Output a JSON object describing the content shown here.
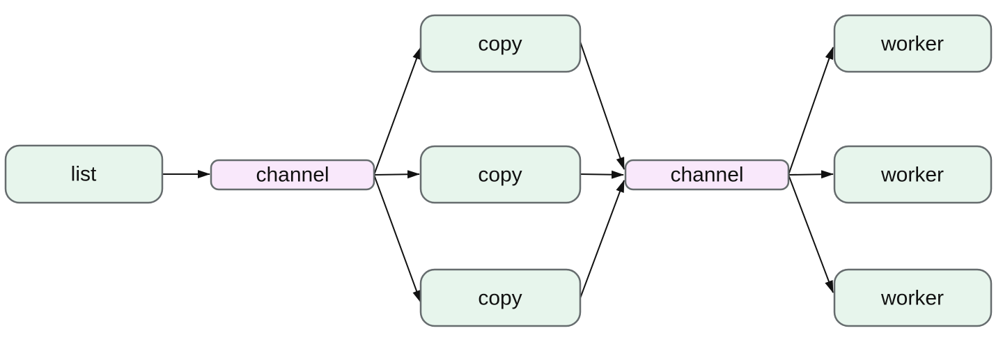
{
  "diagram": {
    "title": "pipeline-fanout-fanin-diagram",
    "background": "#ffffff",
    "colors": {
      "process_fill": "#e7f5ec",
      "channel_fill": "#f9e8fb",
      "node_border": "#666c6e",
      "edge_color": "#111111",
      "text_color": "#111111"
    },
    "nodes": [
      {
        "id": "list",
        "label": "list",
        "kind": "process"
      },
      {
        "id": "channel-1",
        "label": "channel",
        "kind": "channel"
      },
      {
        "id": "copy-1",
        "label": "copy",
        "kind": "process"
      },
      {
        "id": "copy-2",
        "label": "copy",
        "kind": "process"
      },
      {
        "id": "copy-3",
        "label": "copy",
        "kind": "process"
      },
      {
        "id": "channel-2",
        "label": "channel",
        "kind": "channel"
      },
      {
        "id": "worker-1",
        "label": "worker",
        "kind": "process"
      },
      {
        "id": "worker-2",
        "label": "worker",
        "kind": "process"
      },
      {
        "id": "worker-3",
        "label": "worker",
        "kind": "process"
      }
    ],
    "edges": [
      {
        "from": "list",
        "to": "channel-1"
      },
      {
        "from": "channel-1",
        "to": "copy-1"
      },
      {
        "from": "channel-1",
        "to": "copy-2"
      },
      {
        "from": "channel-1",
        "to": "copy-3"
      },
      {
        "from": "copy-1",
        "to": "channel-2"
      },
      {
        "from": "copy-2",
        "to": "channel-2"
      },
      {
        "from": "copy-3",
        "to": "channel-2"
      },
      {
        "from": "channel-2",
        "to": "worker-1"
      },
      {
        "from": "channel-2",
        "to": "worker-2"
      },
      {
        "from": "channel-2",
        "to": "worker-3"
      }
    ]
  }
}
